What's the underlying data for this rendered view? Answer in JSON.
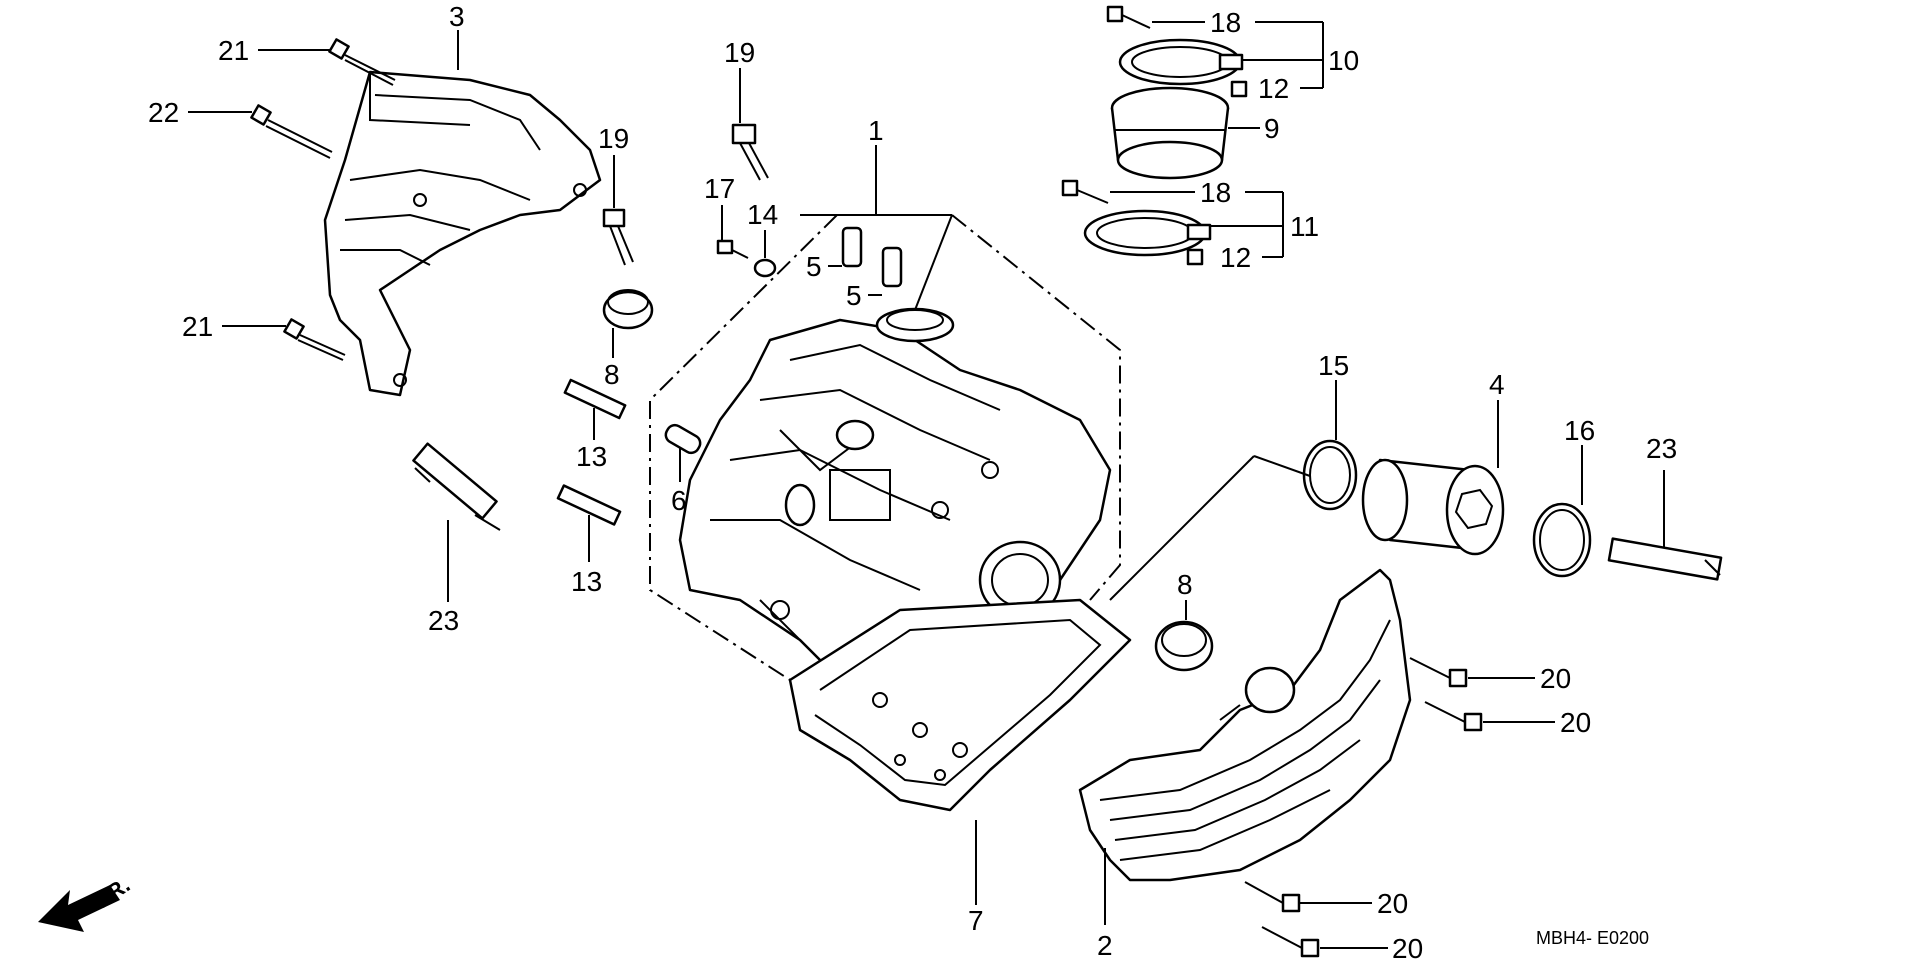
{
  "diagram_code": "MBH4- E0200",
  "front_indicator": "FR.",
  "callouts": [
    {
      "id": "c1",
      "text": "1"
    },
    {
      "id": "c2",
      "text": "2"
    },
    {
      "id": "c3",
      "text": "3"
    },
    {
      "id": "c4",
      "text": "4"
    },
    {
      "id": "c5a",
      "text": "5"
    },
    {
      "id": "c5b",
      "text": "5"
    },
    {
      "id": "c6",
      "text": "6"
    },
    {
      "id": "c7",
      "text": "7"
    },
    {
      "id": "c8a",
      "text": "8"
    },
    {
      "id": "c8b",
      "text": "8"
    },
    {
      "id": "c9",
      "text": "9"
    },
    {
      "id": "c10",
      "text": "10"
    },
    {
      "id": "c11",
      "text": "11"
    },
    {
      "id": "c12a",
      "text": "12"
    },
    {
      "id": "c12b",
      "text": "12"
    },
    {
      "id": "c13a",
      "text": "13"
    },
    {
      "id": "c13b",
      "text": "13"
    },
    {
      "id": "c14",
      "text": "14"
    },
    {
      "id": "c15",
      "text": "15"
    },
    {
      "id": "c16",
      "text": "16"
    },
    {
      "id": "c17",
      "text": "17"
    },
    {
      "id": "c18a",
      "text": "18"
    },
    {
      "id": "c18b",
      "text": "18"
    },
    {
      "id": "c19a",
      "text": "19"
    },
    {
      "id": "c19b",
      "text": "19"
    },
    {
      "id": "c20a",
      "text": "20"
    },
    {
      "id": "c20b",
      "text": "20"
    },
    {
      "id": "c20c",
      "text": "20"
    },
    {
      "id": "c20d",
      "text": "20"
    },
    {
      "id": "c21a",
      "text": "21"
    },
    {
      "id": "c21b",
      "text": "21"
    },
    {
      "id": "c22",
      "text": "22"
    },
    {
      "id": "c23a",
      "text": "23"
    },
    {
      "id": "c23b",
      "text": "23"
    }
  ]
}
